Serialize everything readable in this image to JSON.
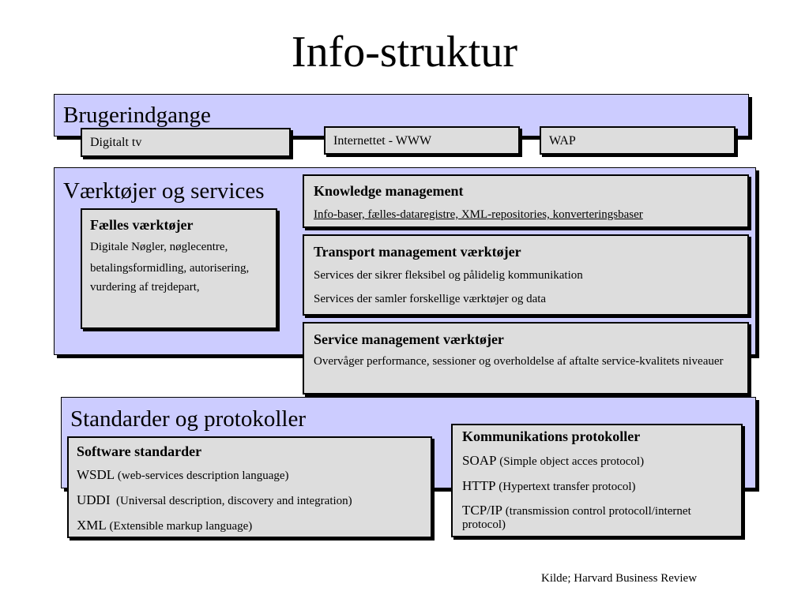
{
  "title": "Info-struktur",
  "bruger": {
    "title": "Brugerindgange",
    "items": [
      "Digitalt tv",
      "Internettet - WWW",
      "WAP"
    ]
  },
  "vaerktoejer": {
    "title": "Værktøjer og services",
    "faelles": {
      "head": "Fælles værktøjer",
      "lines": [
        "Digitale Nøgler, nøglecentre,",
        "betalingsformidling, autorisering,",
        "vurdering af trejdepart,"
      ]
    },
    "knowledge": {
      "head": "Knowledge management",
      "lines": [
        "Info-baser, fælles-dataregistre, XML-repositories, konverteringsbaser"
      ]
    },
    "transport": {
      "head": "Transport management værktøjer",
      "lines": [
        "Services der sikrer fleksibel og pålidelig kommunikation",
        "Services der samler forskellige værktøjer og data"
      ]
    },
    "service": {
      "head": "Service management værktøjer",
      "lines": [
        "Overvåger performance, sessioner  og overholdelse af aftalte service-kvalitets niveauer"
      ]
    }
  },
  "standarder": {
    "title": "Standarder og protokoller",
    "software": {
      "head": "Software standarder",
      "items": [
        {
          "abbr": "WSDL",
          "desc": "(web-services description language)"
        },
        {
          "abbr": "UDDI",
          "desc": "(Universal description, discovery and integration)"
        },
        {
          "abbr": "XML",
          "desc": "(Extensible markup language)"
        }
      ]
    },
    "kommunikation": {
      "head": "Kommunikations protokoller",
      "items": [
        {
          "abbr": "SOAP",
          "desc": "(Simple object acces protocol)"
        },
        {
          "abbr": "HTTP",
          "desc": "(Hypertext transfer protocol)"
        },
        {
          "abbr": "TCP/IP",
          "desc": "(transmission control protocoll/internet protocol)"
        }
      ]
    }
  },
  "source": "Kilde; Harvard Business Review"
}
